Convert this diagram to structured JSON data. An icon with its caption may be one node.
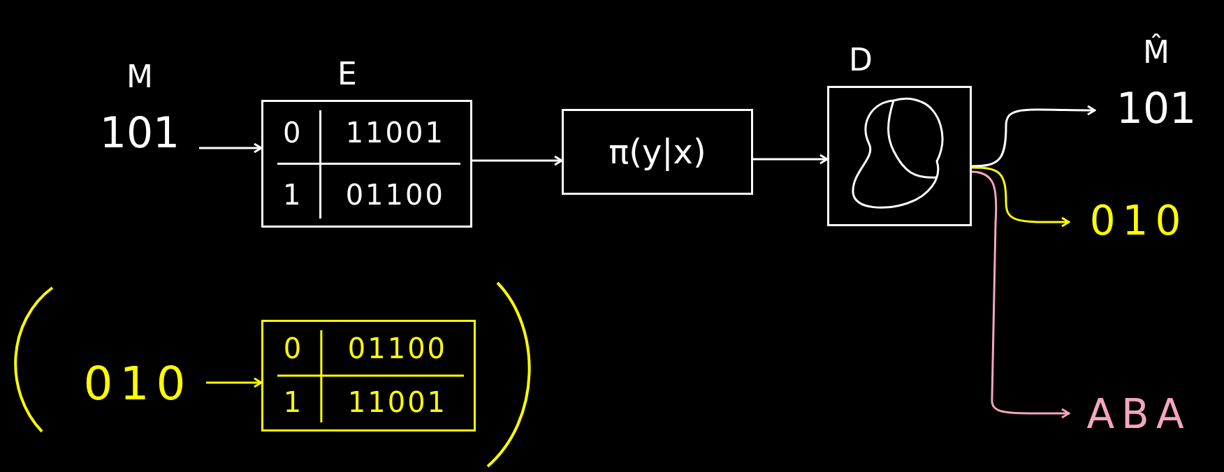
{
  "diagram": {
    "nodes": [
      {
        "text": [
          "M",
          "101"
        ]
      },
      {
        "text": [
          "E",
          "0",
          "11001",
          "1",
          "01100"
        ]
      },
      {
        "text": [
          "π(y|x)"
        ]
      },
      {
        "text": [
          "D"
        ]
      },
      {
        "text": [
          "M̂",
          "101"
        ]
      },
      {
        "text": [
          "010"
        ]
      },
      {
        "text": [
          "ABA"
        ]
      },
      {
        "text": [
          "010"
        ]
      },
      {
        "text": [
          "0",
          "01100",
          "1",
          "11001"
        ]
      }
    ],
    "edges": [
      {
        "from": 0,
        "to": 1,
        "arrow": "to"
      },
      {
        "from": 1,
        "to": 2,
        "arrow": "to"
      },
      {
        "from": 2,
        "to": 3,
        "arrow": "to"
      },
      {
        "from": 3,
        "to": 4,
        "arrow": "to"
      },
      {
        "from": 3,
        "to": 5,
        "arrow": "to",
        "color": "#ffff00"
      },
      {
        "from": 3,
        "to": 6,
        "arrow": "to",
        "color": "#f4a6c0"
      },
      {
        "from": 7,
        "to": 8,
        "arrow": "to",
        "color": "#ffff00"
      }
    ]
  }
}
